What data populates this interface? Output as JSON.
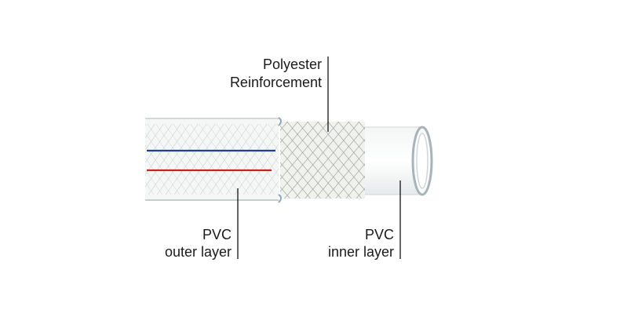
{
  "labels": {
    "reinforcement": {
      "line1": "Polyester",
      "line2": "Reinforcement"
    },
    "outer": {
      "line1": "PVC",
      "line2": "outer layer"
    },
    "inner": {
      "line1": "PVC",
      "line2": "inner layer"
    }
  },
  "colors": {
    "blue_stripe": "#1f3f9a",
    "red_stripe": "#c0262a"
  }
}
